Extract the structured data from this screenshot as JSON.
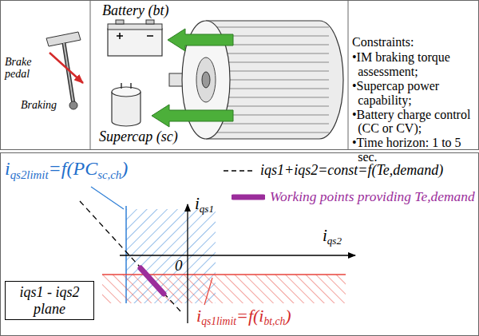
{
  "diagram": {
    "nodes": [
      {
        "text": [
          "iqs1 - iqs2 plane"
        ]
      }
    ],
    "labels": [
      "Brake pedal",
      "Braking",
      "Battery (bt)",
      "Supercap (sc)",
      "Constraints:",
      "•IM braking torque assessment;",
      "•Supercap power capability;",
      "•Battery charge control (CC or CV);",
      "•Time horizon: 1 to 5 sec.",
      "i",
      "qs2limit",
      "=f(PC",
      "sc,ch",
      ")",
      "i",
      "qs1",
      "i",
      "qs2",
      "0",
      "i",
      "qs1limit",
      "=f(i",
      "bt,ch",
      ")"
    ],
    "legend": [
      {
        "text": "iqs1+iqs2=const=f(Te,demand)"
      },
      {
        "text": "Working points providing Te,demand"
      }
    ]
  }
}
